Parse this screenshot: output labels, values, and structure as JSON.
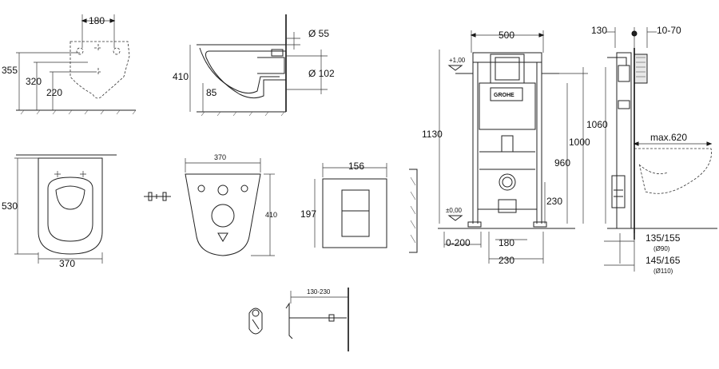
{
  "dimensions": {
    "bowl_top_width": "180",
    "bowl_h_355": "355",
    "bowl_h_320": "320",
    "bowl_h_220": "220",
    "side_height": "410",
    "side_85": "85",
    "side_d55": "Ø 55",
    "side_d102": "Ø 102",
    "plan_depth": "530",
    "plan_width": "370",
    "template_width": "370",
    "template_height": "410",
    "plate_width": "156",
    "plate_height": "197",
    "frame_width": "500",
    "frame_1130": "1130",
    "frame_1060": "1060",
    "frame_1000": "1000",
    "frame_960": "960",
    "frame_230": "230",
    "frame_0_200": "0-200",
    "frame_180": "180",
    "frame_bottom_230": "230",
    "level_top": "+1,00",
    "level_zero": "±0,00",
    "wall_130": "130",
    "wall_10_70": "10-70",
    "wall_max620": "max.620",
    "pipe_135_155": "135/155",
    "pipe_d90": "(Ø90)",
    "pipe_145_165": "145/165",
    "pipe_d110": "(Ø110)",
    "bracket_range": "130-230"
  },
  "brand": "GROHE"
}
